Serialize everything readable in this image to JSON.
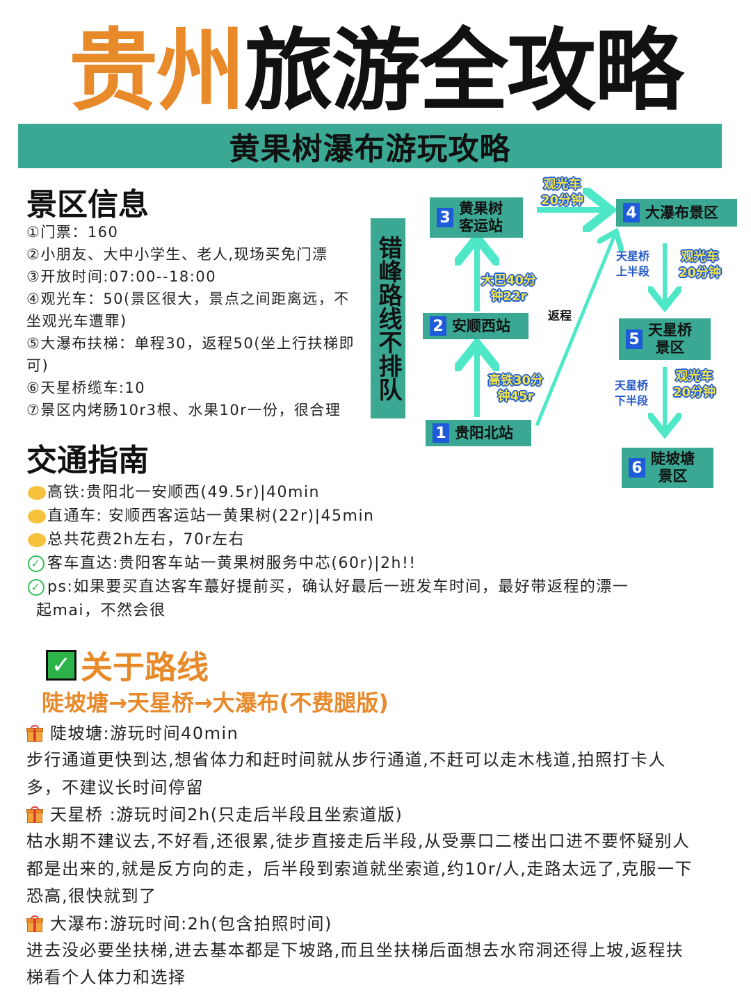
{
  "title": {
    "part1": "贵州",
    "part2": "旅游全攻略"
  },
  "subtitle": "黄果树瀑布游玩攻略",
  "info": {
    "heading": "景区信息",
    "lines": [
      "①门票：160",
      "②小朋友、大中小学生、老人,现场买免门漂",
      "③开放时间:07:00--18:00",
      "④观光车：50(景区很大，景点之间距离远，不",
      "坐观光车遭罪)",
      "⑤大瀑布扶梯：单程30，返程50(坐上行扶梯即",
      "可)",
      "⑥天星桥缆车:10",
      "⑦景区内烤肠10r3根、水果10r一份，很合理"
    ]
  },
  "banner": "错峰路线不排队",
  "diagram": {
    "nodes": [
      {
        "num": "1",
        "label": "贵阳北站"
      },
      {
        "num": "2",
        "label": "安顺西站"
      },
      {
        "num": "3",
        "label": "黄果树\n客运站"
      },
      {
        "num": "4",
        "label": "大瀑布景区"
      },
      {
        "num": "5",
        "label": "天星桥\n景区"
      },
      {
        "num": "6",
        "label": "陡坡塘\n景区"
      }
    ],
    "edge_labels": {
      "gaotie": "高铁30分\n钟45r",
      "daba": "大巴40分\n钟22r",
      "guanguang_top": "观光车\n20分钟",
      "return": "返程",
      "tianxing_upper": "天星桥\n上半段",
      "guanguang_mid": "观光车\n20分钟",
      "tianxing_lower": "天星桥\n下半段",
      "guanguang_low": "观光车\n20分钟"
    },
    "arrow_color": "#4ee8c8"
  },
  "traffic": {
    "heading": "交通指南",
    "lines": [
      {
        "icon": "dot",
        "text": "高铁:贵阳北一安顺西(49.5r)|40min"
      },
      {
        "icon": "dot",
        "text": "直通车: 安顺西客运站一黄果树(22r)|45min"
      },
      {
        "icon": "dot",
        "text": "总共花费2h左右，70r左右"
      },
      {
        "icon": "check",
        "text": "客车直达:贵阳客车站一黄果树服务中芯(60r)|2h!!"
      },
      {
        "icon": "check",
        "text": "ps:如果要买直达客车蕞好提前买，确认好最后一班发车时间，最好带返程的漂一"
      }
    ],
    "ps_cont": "起mai，不然会很"
  },
  "route": {
    "heading": "关于路线",
    "sub": "陡坡塘→天星桥→大瀑布(不费腿版)",
    "items": [
      {
        "title": "陡坡塘:游玩时间40min",
        "body": [
          "步行通道更快到达,想省体力和赶时间就从步行通道,不赶可以走木栈道,拍照打卡人",
          "多，不建议长时间停留"
        ]
      },
      {
        "title": "天星桥 :游玩时间2h(只走后半段且坐索道版)",
        "body": [
          "枯水期不建议去,不好看,还很累,徒步直接走后半段,从受票口二楼出口进不要怀疑别人",
          "都是出来的,就是反方向的走，后半段到索道就坐索道,约10r/人,走路太远了,克服一下",
          "恐高,很快就到了"
        ]
      },
      {
        "title": "大瀑布:游玩时间:2h(包含拍照时间)",
        "body": [
          "进去没必要坐扶梯,进去基本都是下坡路,而且坐扶梯后面想去水帘洞还得上坡,返程扶",
          "梯看个人体力和选择"
        ]
      }
    ]
  },
  "colors": {
    "teal": "#3aa893",
    "orange": "#e8892a",
    "blue": "#1e5bd8"
  }
}
